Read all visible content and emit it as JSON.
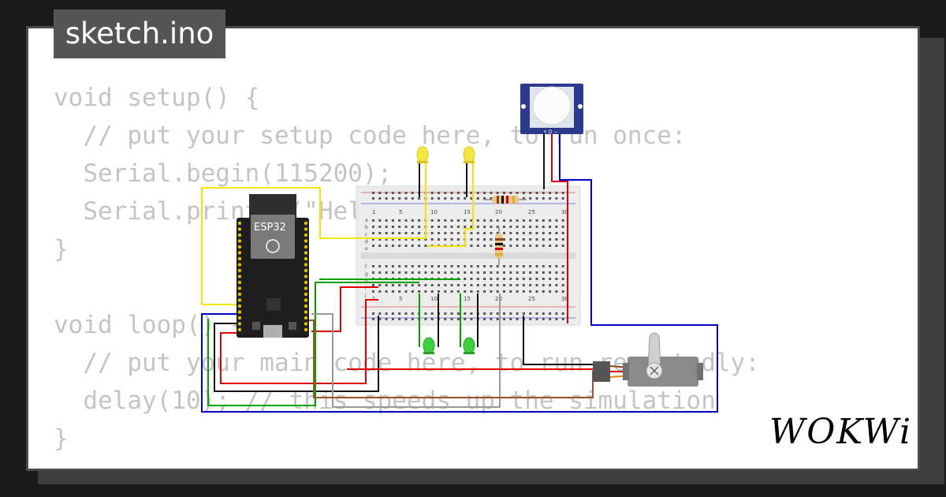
{
  "file_tab": {
    "label": "sketch.ino"
  },
  "code": {
    "lines": [
      "void setup() {",
      "  // put your setup code here, to run once:",
      "  Serial.begin(115200);",
      "  Serial.println(\"Hello, ESP32!\");",
      "}",
      "",
      "void loop() {",
      "  // put your main code here, to run repeatedly:",
      "  delay(10); // this speeds up the simulation",
      "}"
    ]
  },
  "circuit": {
    "esp32_label": "ESP32",
    "pir_label": "+ D −",
    "breadboard_numbers": [
      "1",
      "5",
      "10",
      "15",
      "20",
      "25",
      "30"
    ],
    "row_letters_top": [
      "a",
      "b",
      "c",
      "d",
      "e"
    ],
    "row_letters_bottom": [
      "f",
      "g",
      "h",
      "i",
      "j"
    ],
    "led_colors": {
      "top": "#f5e642",
      "bottom": "#3fcf3f"
    },
    "wire_colors": {
      "yellow": "#f2e600",
      "red": "#e00000",
      "black": "#111111",
      "blue": "#0000c8",
      "green": "#00a000",
      "gray": "#999999",
      "brown": "#a0522d"
    }
  },
  "brand": {
    "logo": "WOKWi"
  }
}
